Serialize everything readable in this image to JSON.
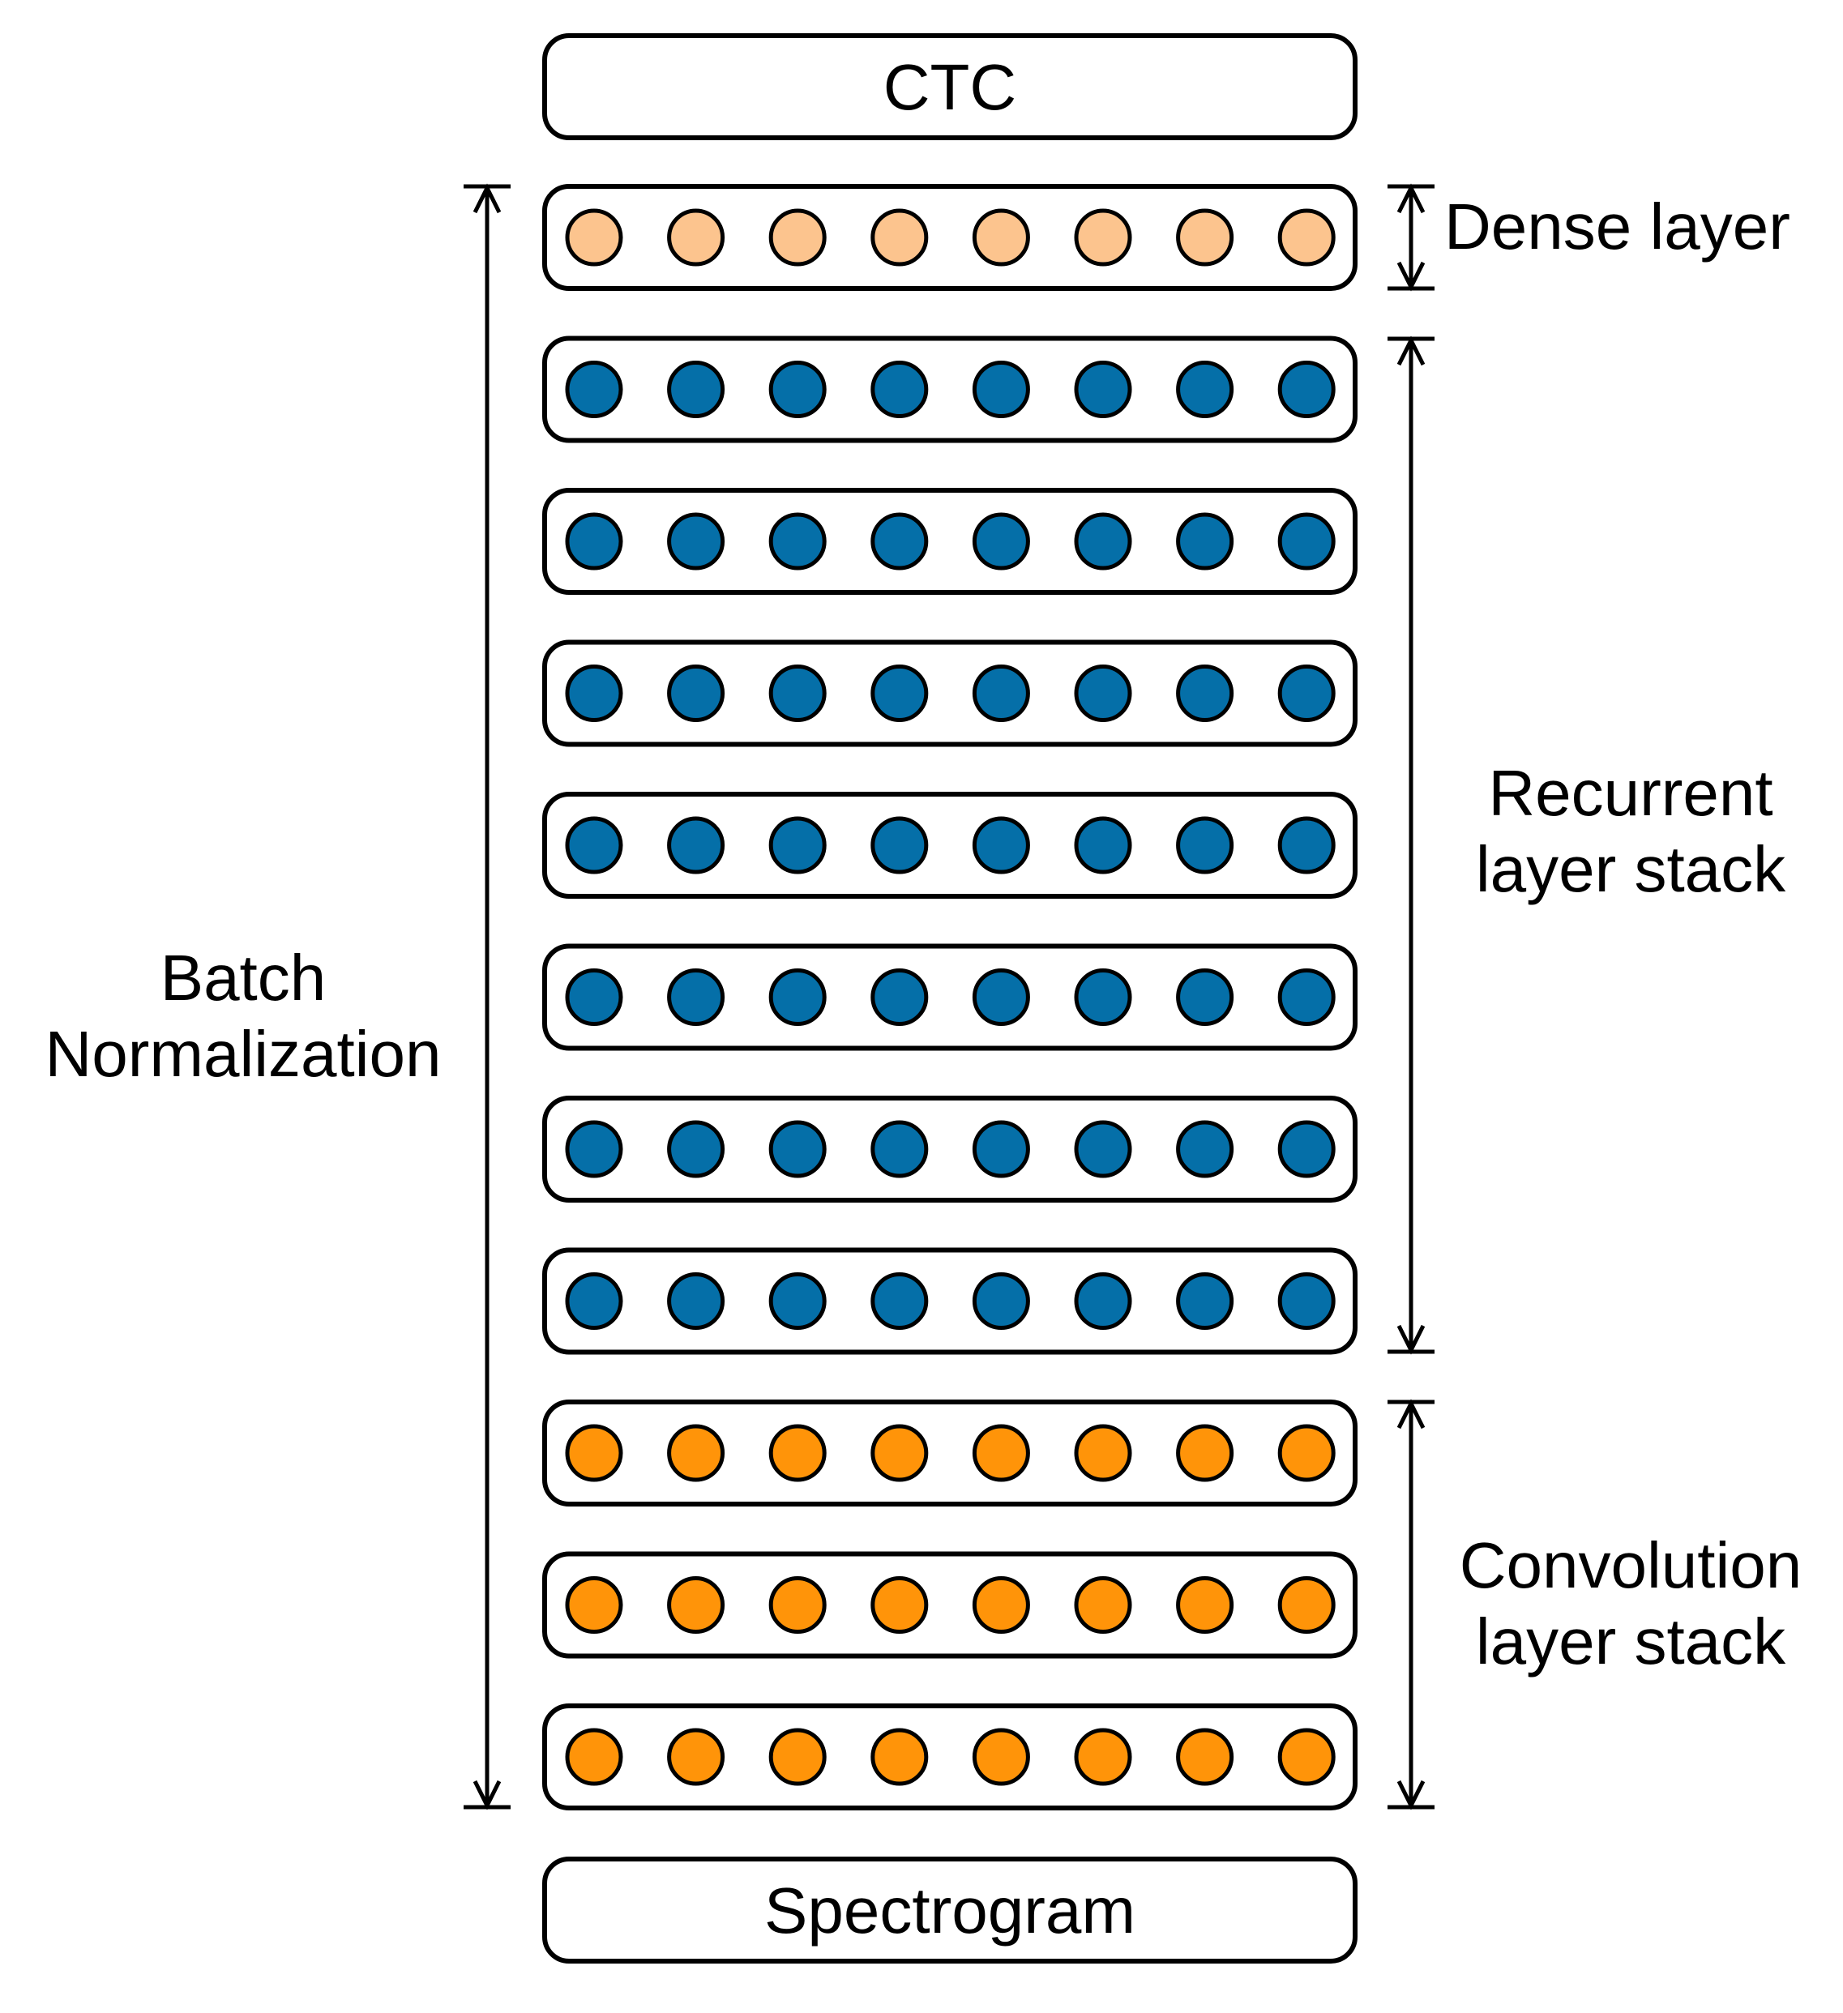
{
  "top_box": {
    "label": "CTC"
  },
  "bottom_box": {
    "label": "Spectrogram"
  },
  "layers": {
    "dense": {
      "label": "Dense layer",
      "count": 1,
      "units_per_layer": 8,
      "color": "#fcc48e"
    },
    "recurrent": {
      "label_line1": "Recurrent",
      "label_line2": "layer stack",
      "count": 7,
      "units_per_layer": 8,
      "color": "#056fa8"
    },
    "convolution": {
      "label_line1": "Convolution",
      "label_line2": "layer stack",
      "count": 3,
      "units_per_layer": 8,
      "color": "#ff9409"
    }
  },
  "span_label": {
    "line1": "Batch",
    "line2": "Normalization"
  },
  "colors": {
    "stroke": "#000000",
    "background": "#ffffff"
  }
}
